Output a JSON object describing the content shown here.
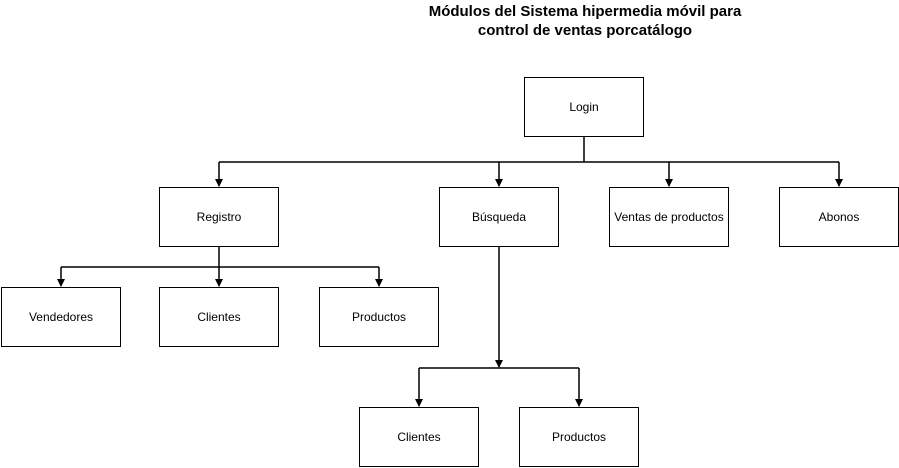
{
  "title": {
    "line1": "Módulos del Sistema hipermedia móvil para",
    "line2": "control de ventas porcatálogo"
  },
  "nodes": {
    "login": "Login",
    "registro": "Registro",
    "busqueda": "Búsqueda",
    "ventas": "Ventas de productos",
    "abonos": "Abonos",
    "vendedores": "Vendedores",
    "clientes_registro": "Clientes",
    "productos_registro": "Productos",
    "clientes_busqueda": "Clientes",
    "productos_busqueda": "Productos"
  },
  "colors": {
    "line": "#000000",
    "box_border": "#000000",
    "background": "#ffffff"
  }
}
